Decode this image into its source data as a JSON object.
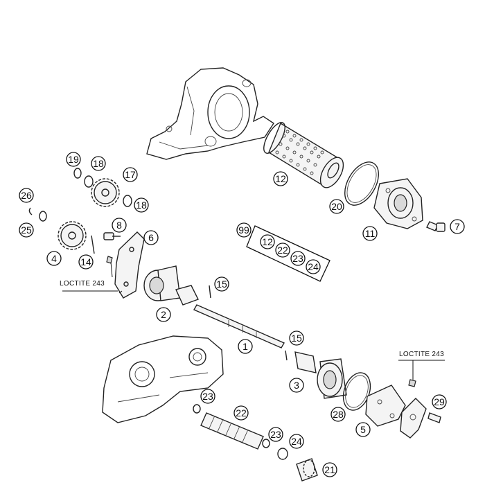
{
  "callouts": {
    "c1": "1",
    "c2": "2",
    "c3": "3",
    "c4": "4",
    "c5": "5",
    "c6": "6",
    "c7": "7",
    "c8": "8",
    "c11": "11",
    "c12": "12",
    "c14": "14",
    "c15a": "15",
    "c15b": "15",
    "c17": "17",
    "c18a": "18",
    "c18b": "18",
    "c19": "19",
    "c20": "20",
    "c21": "21",
    "c22": "22",
    "c23a": "23",
    "c23b": "23",
    "c24": "24",
    "c25": "25",
    "c26": "26",
    "c28": "28",
    "c29": "29",
    "c99": "99"
  },
  "kit": {
    "k12": "12",
    "k22": "22",
    "k23": "23",
    "k24": "24"
  },
  "notes": {
    "loctite_left": "LOCTITE 243",
    "loctite_right": "LOCTITE 243"
  }
}
